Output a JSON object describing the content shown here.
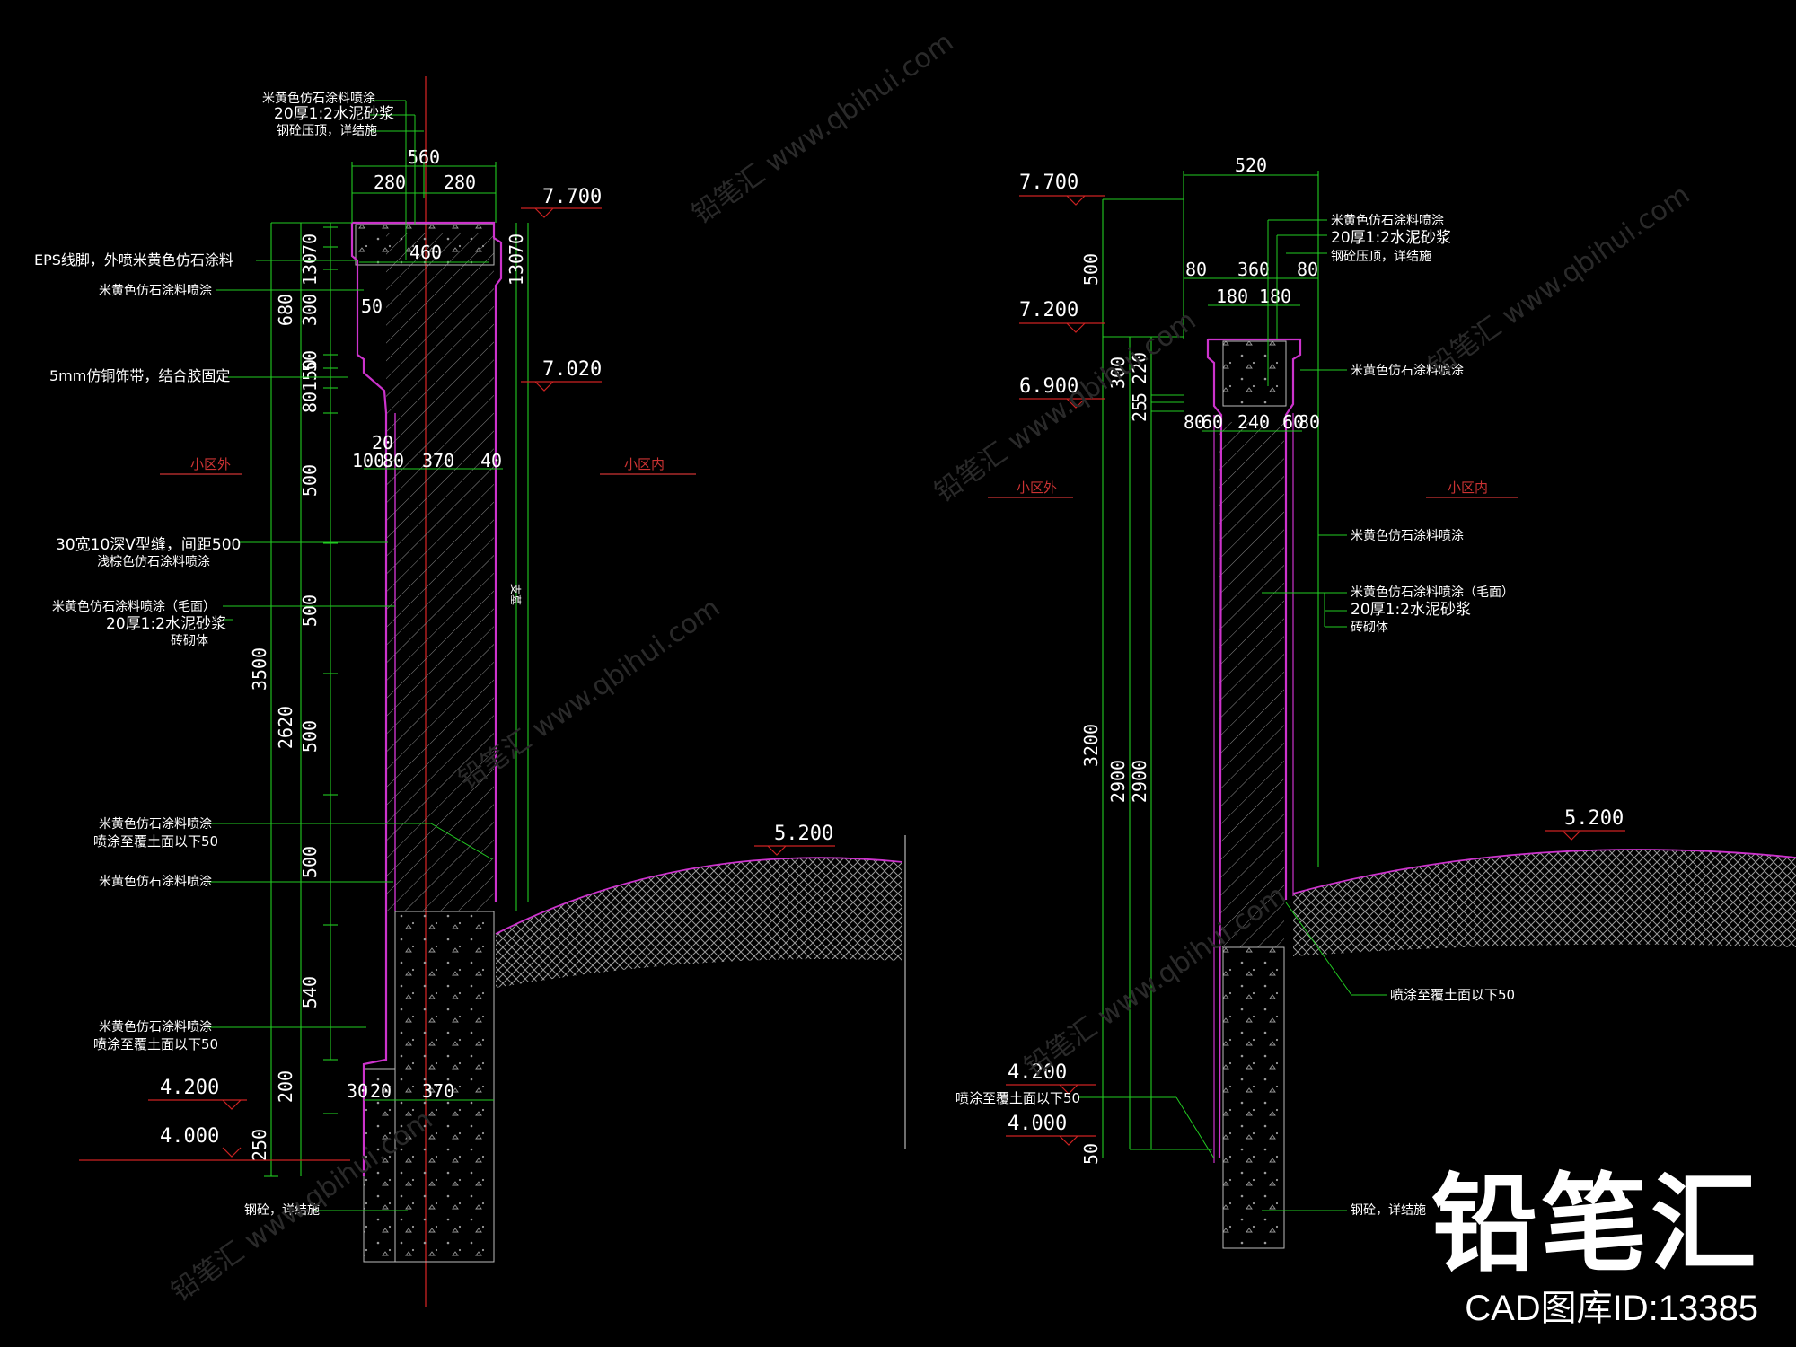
{
  "left_section": {
    "top_dims": {
      "overall": "560",
      "half_left": "280",
      "half_right": "280",
      "inner": "460"
    },
    "elevations": {
      "top": "7.700",
      "mid": "7.020",
      "ground_in": "5.200",
      "el_420": "4.200",
      "el_400": "4.000"
    },
    "side_labels": {
      "outside": "小区外",
      "inside": "小区内"
    },
    "vert_dims_a": [
      "70",
      "130",
      "680",
      "300",
      "50",
      "150",
      "80",
      "500",
      "500",
      "500",
      "500",
      "540",
      "200",
      "250"
    ],
    "vert_dims_b": [
      "3500",
      "2620"
    ],
    "small_dims": {
      "d50": "50",
      "d20": "20",
      "d100": "100",
      "d80": "80",
      "d370": "370",
      "d40": "40",
      "d30": "30",
      "d20b": "20",
      "d370b": "370"
    },
    "right_dims": [
      "70",
      "130"
    ],
    "notes": [
      "米黄色仿石涂料喷涂",
      "20厚1:2水泥砂浆",
      "钢砼压顶，详结施",
      "EPS线脚，外喷米黄色仿石涂料",
      "米黄色仿石涂料喷涂",
      "5mm仿铜饰带，结合胶固定",
      "30宽10深V型缝，间距500",
      "浅棕色仿石涂料喷涂",
      "米黄色仿石涂料喷涂（毛面）",
      "20厚1:2水泥砂浆",
      "砖砌体",
      "米黄色仿石涂料喷涂",
      "喷涂至覆土面以下50",
      "米黄色仿石涂料喷涂",
      "米黄色仿石涂料喷涂",
      "喷涂至覆土面以下50",
      "钢砼，详结施"
    ],
    "vertical_note": "支墓"
  },
  "right_section": {
    "top_dims": {
      "overall": "520",
      "d80a": "80",
      "d360": "360",
      "d80b": "80",
      "d180a": "180",
      "d180b": "180"
    },
    "elevations": {
      "top": "7.700",
      "el_720": "7.200",
      "el_690": "6.900",
      "ground": "5.200",
      "el_420": "4.200",
      "el_400": "4.000"
    },
    "side_labels": {
      "outside": "小区外",
      "inside": "小区内"
    },
    "vert_dims": [
      "500",
      "300",
      "5",
      "25",
      "220",
      "3200",
      "2900",
      "2900",
      "50"
    ],
    "bottom_dims": [
      "80",
      "60",
      "240",
      "60",
      "80"
    ],
    "notes": [
      "米黄色仿石涂料喷涂",
      "20厚1:2水泥砂浆",
      "钢砼压顶，详结施",
      "米黄色仿石涂料喷涂",
      "米黄色仿石涂料喷涂",
      "米黄色仿石涂料喷涂（毛面）",
      "20厚1:2水泥砂浆",
      "砖砌体",
      "喷涂至覆土面以下50",
      "喷涂至覆土面以下50",
      "钢砼，详结施"
    ]
  },
  "watermark": "铅笔汇 www.qbihui.com",
  "brand": {
    "name": "铅笔汇",
    "id_text": "CAD图库ID:13385"
  },
  "colors": {
    "dim": "#22cc22",
    "outline": "#cc33cc",
    "hatch": "#888888",
    "axis": "#cc2222",
    "text": "#ffffff",
    "elev": "#cc2222"
  }
}
